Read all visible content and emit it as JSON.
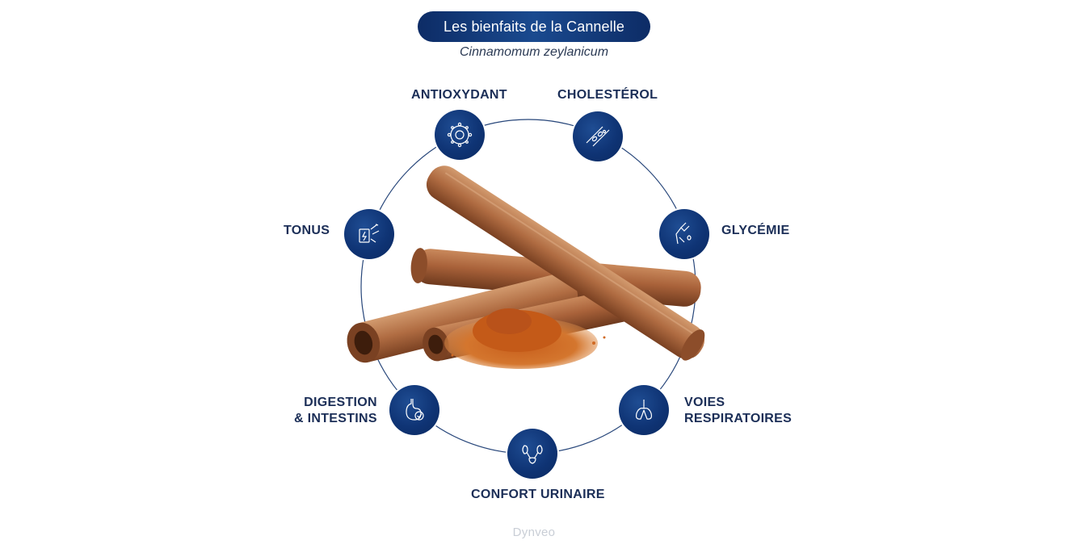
{
  "header": {
    "title": "Les bienfaits de la Cannelle",
    "subtitle": "Cinnamomum zeylanicum"
  },
  "benefits": {
    "antioxydant": "ANTIOXYDANT",
    "cholesterol": "CHOLESTÉROL",
    "glycemie": "GLYCÉMIE",
    "voies_line1": "VOIES",
    "voies_line2": "RESPIRATOIRES",
    "confort": "CONFORT URINAIRE",
    "digestion_line1": "DIGESTION",
    "digestion_line2": "& INTESTINS",
    "tonus": "TONUS"
  },
  "icons": {
    "antioxydant": "cell-icon",
    "cholesterol": "artery-icon",
    "glycemie": "glucose-finger-icon",
    "voies": "lungs-icon",
    "confort": "kidneys-bladder-icon",
    "digestion": "stomach-icon",
    "tonus": "energy-icon"
  },
  "brand": "Dynveo",
  "colors": {
    "navy": "#0f3475",
    "label": "#1b2e57",
    "cinnamon": "#a9623a",
    "powder": "#d06a25"
  }
}
